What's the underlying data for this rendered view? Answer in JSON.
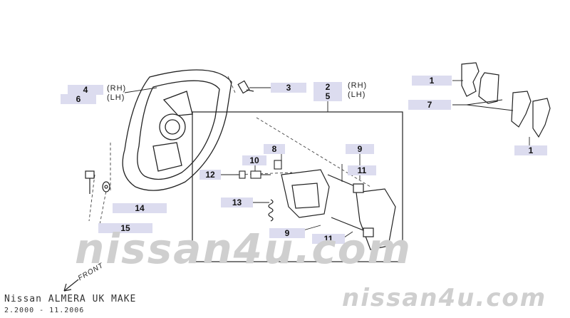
{
  "callouts": {
    "c1_top": "1",
    "c1_bottom": "1",
    "c2": "2",
    "c3": "3",
    "c4": "4",
    "c5": "5",
    "c6": "6",
    "c7": "7",
    "c8": "8",
    "c9_upper": "9",
    "c9_lower": "9",
    "c10": "10",
    "c11_upper": "11",
    "c11_lower": "11",
    "c12": "12",
    "c13": "13",
    "c14": "14",
    "c15": "15"
  },
  "side_labels": {
    "rh_a": "(RH)",
    "lh_a": "(LH)",
    "rh_b": "(RH)",
    "lh_b": "(LH)"
  },
  "direction": "FRONT",
  "caption": {
    "title": "Nissan ALMERA UK MAKE",
    "dates": "2.2000 - 11.2006"
  },
  "watermark": "nissan4u.com",
  "colors": {
    "callout_bg": "#dcdcef",
    "line": "#222222",
    "watermark": "#cfcfcf"
  }
}
